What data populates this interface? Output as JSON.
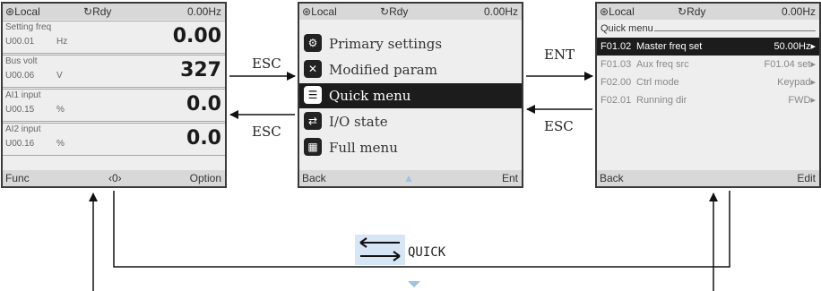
{
  "left_panel": {
    "status": {
      "mode": "Local",
      "state": "Rdy",
      "freq": "0.00Hz"
    },
    "rows": [
      {
        "name": "Setting freq",
        "code": "U00.01",
        "unit": "Hz",
        "value": "0.00"
      },
      {
        "name": "Bus volt",
        "code": "U00.06",
        "unit": "V",
        "value": "327"
      },
      {
        "name": "AI1 input",
        "code": "U00.15",
        "unit": "%",
        "value": "0.0"
      },
      {
        "name": "AI2 input",
        "code": "U00.16",
        "unit": "%",
        "value": "0.0"
      }
    ],
    "softkeys": {
      "left": "Func",
      "center": "‹0›",
      "right": "Option"
    }
  },
  "center_panel": {
    "status": {
      "mode": "Local",
      "state": "Rdy",
      "freq": "0.00Hz"
    },
    "items": [
      {
        "label": "Primary settings",
        "icon": "gear-icon",
        "glyph": "⚙"
      },
      {
        "label": "Modified param",
        "icon": "tools-icon",
        "glyph": "✕"
      },
      {
        "label": "Quick menu",
        "icon": "list-icon",
        "glyph": "☰"
      },
      {
        "label": "I/O state",
        "icon": "io-icon",
        "glyph": "⇄"
      },
      {
        "label": "Full menu",
        "icon": "grid-icon",
        "glyph": "▦"
      }
    ],
    "selected_index": 2,
    "softkeys": {
      "left": "Back",
      "center": "▲",
      "right": "Ent"
    }
  },
  "right_panel": {
    "status": {
      "mode": "Local",
      "state": "Rdy",
      "freq": "0.00Hz"
    },
    "title": "Quick menu",
    "items": [
      {
        "code": "F01.02",
        "name": "Master freq set",
        "value": "50.00Hz▸"
      },
      {
        "code": "F01.03",
        "name": "Aux freq src",
        "value": "F01.04 set▸"
      },
      {
        "code": "F02.00",
        "name": "Ctrl mode",
        "value": "Keypad▸"
      },
      {
        "code": "F02.01",
        "name": "Running dir",
        "value": "FWD▸"
      }
    ],
    "selected_index": 0,
    "softkeys": {
      "left": "Back",
      "right": "Edit"
    }
  },
  "flow_labels": {
    "esc_top": "ESC",
    "esc_bottom": "ESC",
    "ent": "ENT",
    "esc_right": "ESC",
    "quick": "QUICK"
  },
  "colors": {
    "lcd_bg": "#eeeeee",
    "highlight": "#1c1c1c",
    "quick_key": "#5aa0d8"
  }
}
